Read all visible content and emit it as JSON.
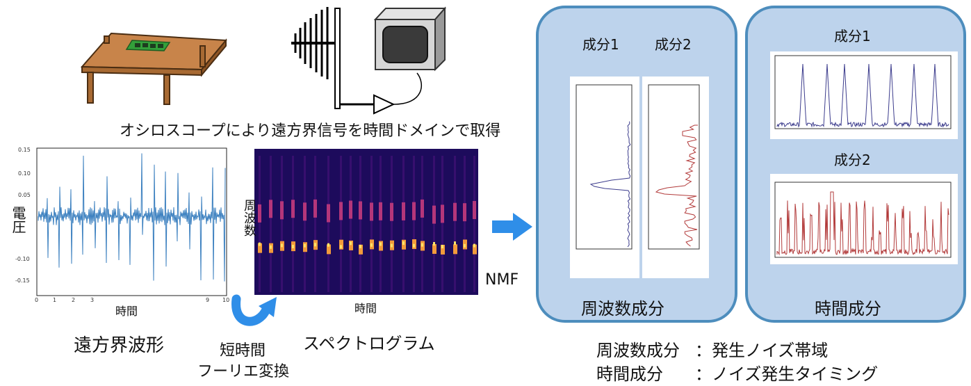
{
  "acquisition": {
    "caption": "オシロスコープにより遠方界信号を時間ドメインで取得"
  },
  "waveform": {
    "ylabel": "電圧",
    "xlabel": "時間",
    "yticks": [
      "0.15",
      "0.10",
      "0.05",
      "",
      "-0.10",
      "-0.15"
    ],
    "xticks": [
      "0",
      "1",
      "2",
      "3",
      "9",
      "10"
    ],
    "caption": "遠方界波形",
    "color": "#3a7fbf"
  },
  "stft": {
    "line1": "短時間",
    "line2": "フーリエ変換"
  },
  "spectrogram": {
    "ylabel": "周波数",
    "xlabel": "時間",
    "caption": "スペクトログラム"
  },
  "nmf": {
    "label": "NMF"
  },
  "freq_panel": {
    "comp1_label": "成分1",
    "comp2_label": "成分2",
    "title": "周波数成分",
    "color1": "#3b3b8c",
    "color2": "#b23a3a"
  },
  "time_panel": {
    "comp1_label": "成分1",
    "comp2_label": "成分2",
    "title": "時間成分"
  },
  "legend": {
    "row1_term": "周波数成分",
    "row1_desc": "：発生ノイズ帯域",
    "row2_term": "時間成分",
    "row2_desc": "：ノイズ発生タイミング"
  },
  "colors": {
    "panel_border": "#4d8dbd",
    "panel_fill": "#bdd3ec",
    "arrow": "#2f8ee8",
    "table": "#c8844a"
  }
}
